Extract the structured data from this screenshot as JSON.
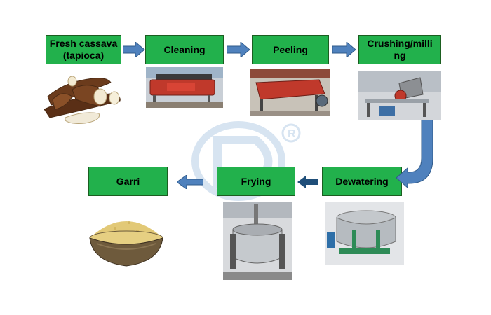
{
  "steps": {
    "fresh_cassava": "Fresh cassava\n(tapioca)",
    "cleaning": "Cleaning",
    "peeling": "Peeling",
    "crushing": "Crushing/milli\nng",
    "dewatering": "Dewatering",
    "frying": "Frying",
    "garri": "Garri"
  },
  "colors": {
    "box_fill": "#22b14c",
    "box_border": "#1b5e20",
    "arrow": "#4f81bd"
  }
}
